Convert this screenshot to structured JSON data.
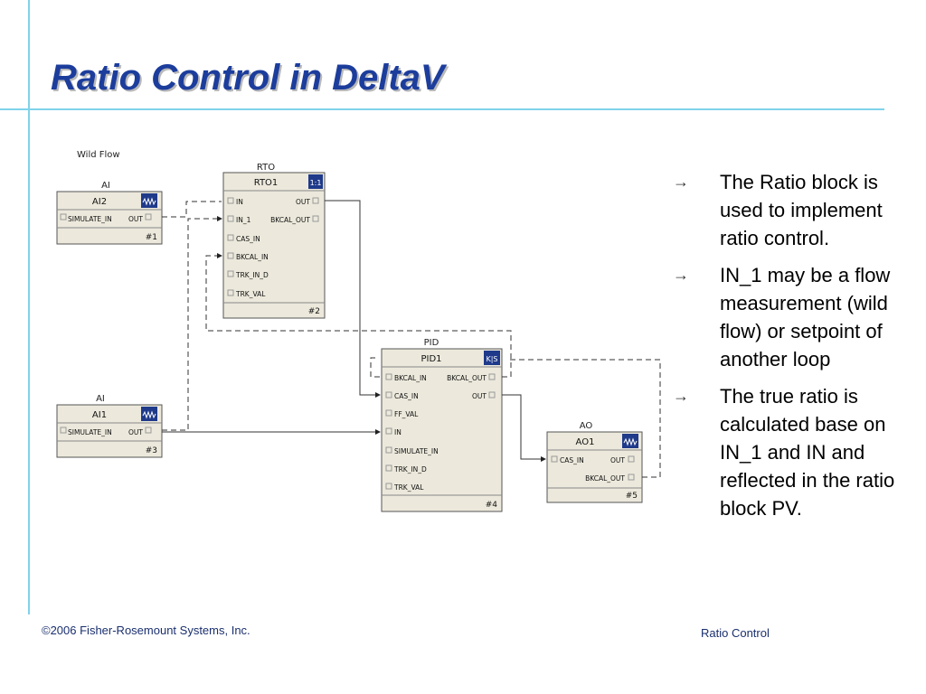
{
  "slide": {
    "title": "Ratio Control in DeltaV",
    "bullets": [
      "The Ratio block is used to implement ratio control.",
      "IN_1 may be a flow measurement (wild flow) or setpoint of another loop",
      "The true ratio is calculated base on IN_1 and IN and reflected in the ratio block PV."
    ],
    "footer_left": "©2006 Fisher-Rosemount Systems, Inc.",
    "footer_right": "Ratio Control"
  },
  "diagram": {
    "wild_flow_label": "Wild Flow",
    "blocks": {
      "ai2": {
        "type": "AI",
        "name": "AI2",
        "inputs": [
          "SIMULATE_IN"
        ],
        "outputs": [
          "OUT"
        ],
        "number": "#1"
      },
      "ai1": {
        "type": "AI",
        "name": "AI1",
        "inputs": [
          "SIMULATE_IN"
        ],
        "outputs": [
          "OUT"
        ],
        "number": "#3"
      },
      "rto1": {
        "type": "RTO",
        "name": "RTO1",
        "badge": "1:1",
        "inputs": [
          "IN",
          "IN_1",
          "CAS_IN",
          "BKCAL_IN",
          "TRK_IN_D",
          "TRK_VAL"
        ],
        "outputs": [
          "OUT",
          "BKCAL_OUT"
        ],
        "number": "#2"
      },
      "pid1": {
        "type": "PID",
        "name": "PID1",
        "badge": "K|S",
        "inputs": [
          "BKCAL_IN",
          "CAS_IN",
          "FF_VAL",
          "IN",
          "SIMULATE_IN",
          "TRK_IN_D",
          "TRK_VAL"
        ],
        "outputs": [
          "BKCAL_OUT",
          "OUT"
        ],
        "number": "#4"
      },
      "ao1": {
        "type": "AO",
        "name": "AO1",
        "inputs": [
          "CAS_IN"
        ],
        "outputs": [
          "OUT",
          "BKCAL_OUT"
        ],
        "number": "#5"
      }
    }
  }
}
